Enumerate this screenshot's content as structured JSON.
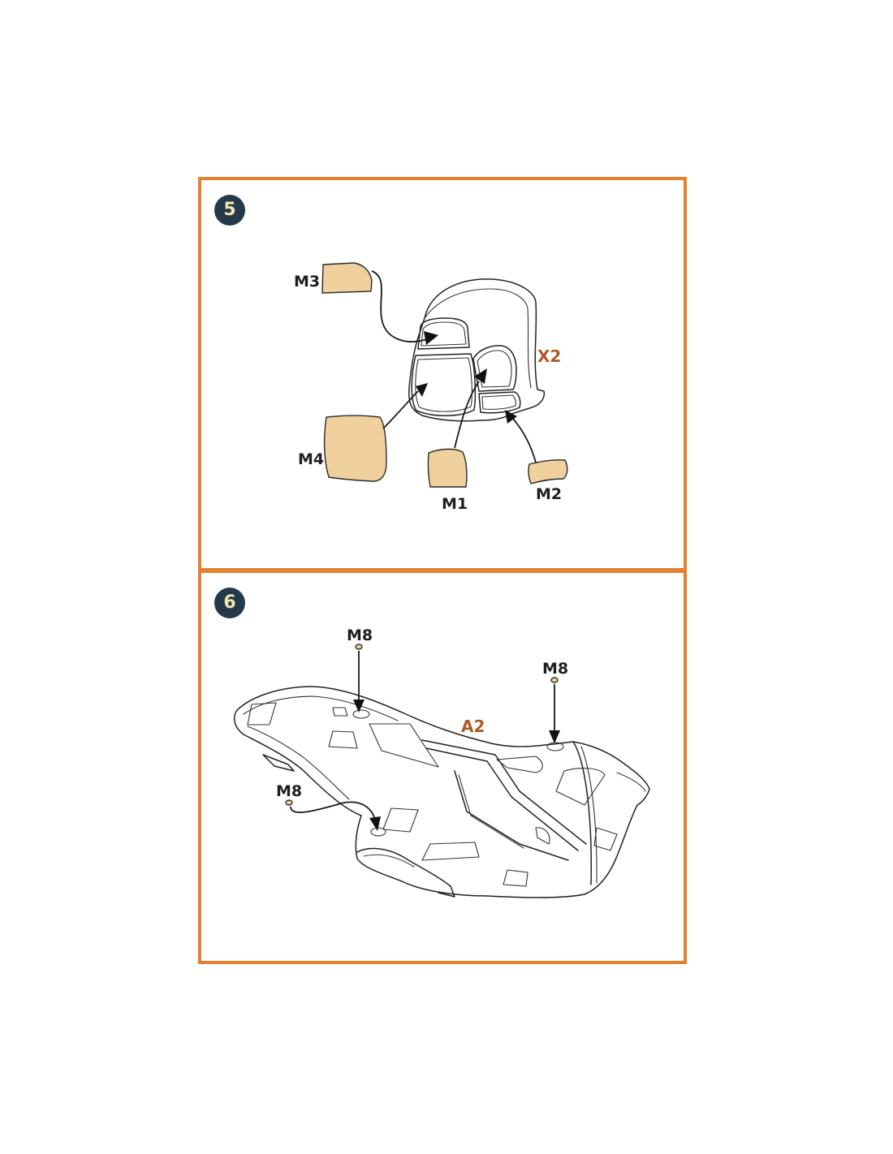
{
  "colors": {
    "frame": "#e3812f",
    "badge_bg": "#243a4a",
    "badge_text": "#f1e6b3",
    "mask_fill": "#f0d09c",
    "reference_label": "#ad5a23"
  },
  "steps": [
    {
      "number": "5",
      "reference_part": "X2",
      "masks": {
        "m1": "M1",
        "m2": "M2",
        "m3": "M3",
        "m4": "M4"
      }
    },
    {
      "number": "6",
      "reference_part": "A2",
      "masks": {
        "m8_a": "M8",
        "m8_b": "M8",
        "m8_c": "M8"
      }
    }
  ]
}
